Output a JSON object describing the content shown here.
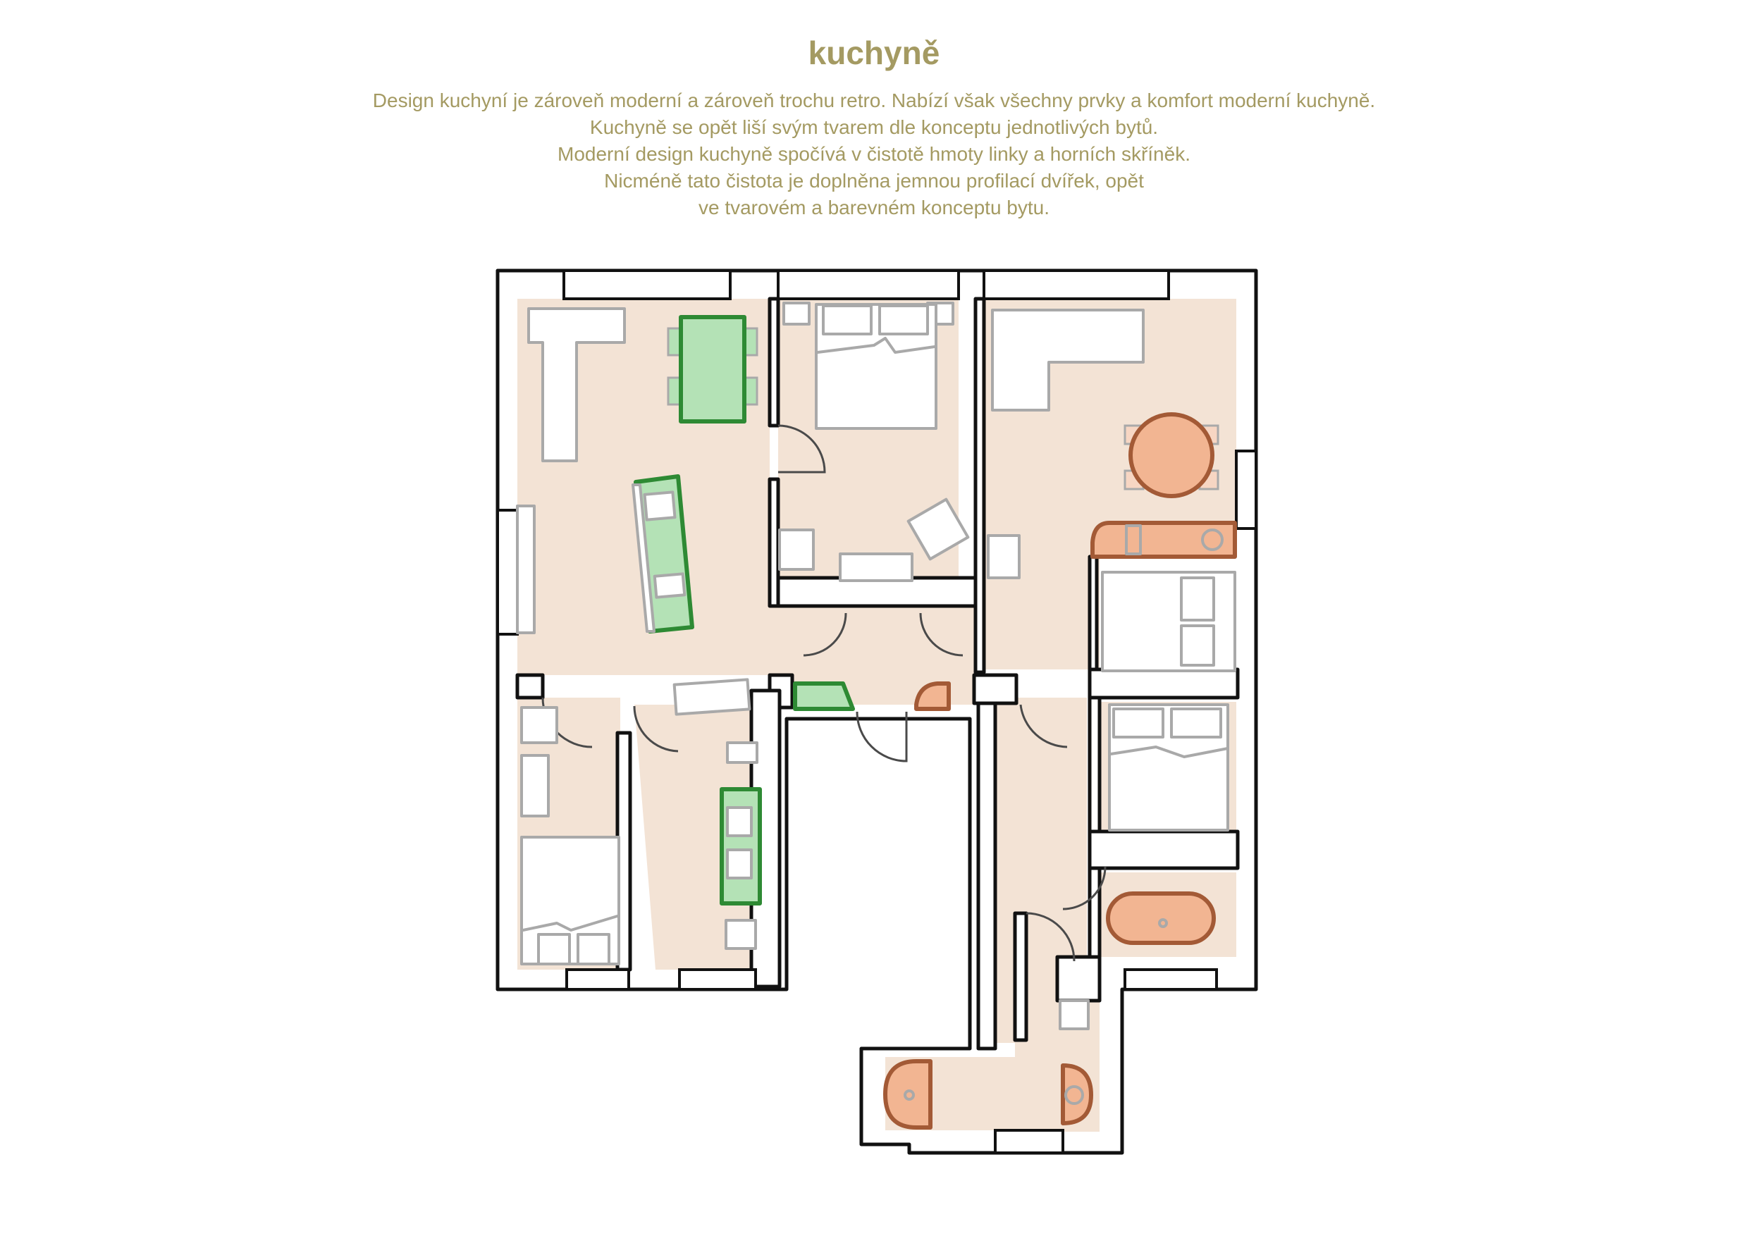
{
  "header": {
    "title": "kuchyně",
    "description_lines": [
      "Design kuchyní je zároveň moderní a zároveň trochu retro. Nabízí však všechny prvky a komfort moderní kuchyně.",
      "Kuchyně se opět liší svým tvarem dle konceptu jednotlivých bytů.",
      "Moderní design kuchyně spočívá v čistotě hmoty linky a horních skříněk.",
      "Nicméně tato čistota je doplněna jemnou profilací dvířek, opět",
      "ve tvarovém a barevném konceptu bytu."
    ]
  },
  "colors": {
    "text": "#a49a62",
    "floor": "#f3e3d5",
    "wall": "#111111",
    "furniture_outline": "#a9a9a9",
    "kitchen_green_fill": "#b4e2b6",
    "kitchen_green_outline": "#2e8a34",
    "kitchen_orange_fill": "#f2b592",
    "kitchen_orange_outline": "#a35a36"
  }
}
